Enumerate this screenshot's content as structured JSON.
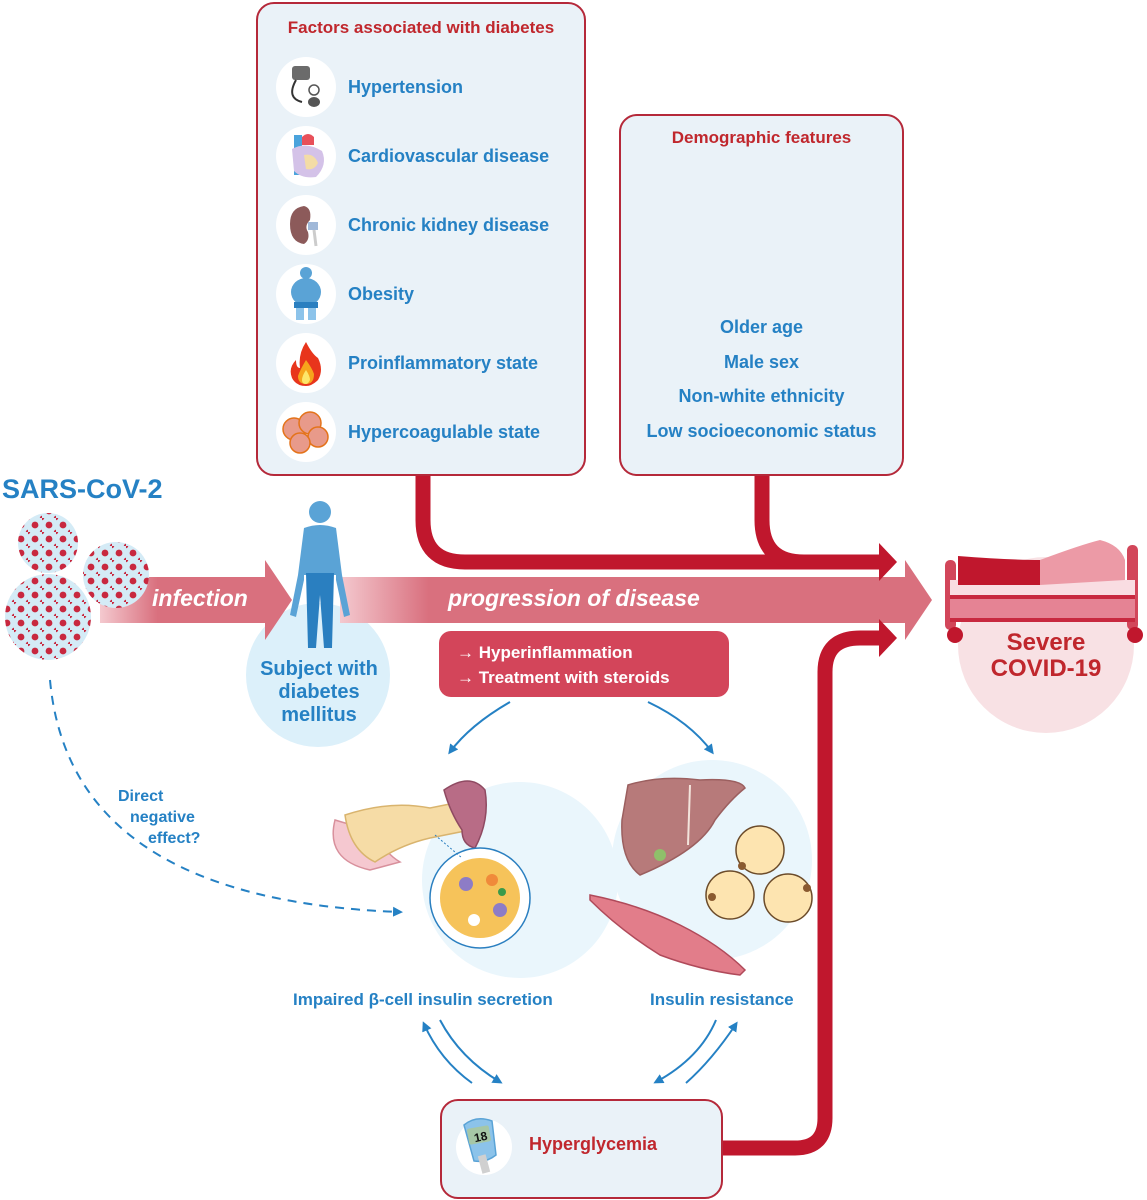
{
  "colors": {
    "accent_red": "#c0172d",
    "arrow_pink": "#d9707e",
    "blue_text": "#2581c4",
    "box_bg": "#eaf2f8",
    "light_blue_circle": "#dcf0fa",
    "light_pink_circle": "#f8e1e4"
  },
  "factors_box": {
    "title": "Factors associated with diabetes",
    "items": [
      {
        "icon": "blood-pressure-cuff-icon",
        "label": "Hypertension"
      },
      {
        "icon": "heart-icon",
        "label": "Cardiovascular disease"
      },
      {
        "icon": "kidney-icon",
        "label": "Chronic kidney disease"
      },
      {
        "icon": "obese-person-icon",
        "label": "Obesity"
      },
      {
        "icon": "flame-icon",
        "label": "Proinflammatory state"
      },
      {
        "icon": "blood-clot-icon",
        "label": "Hypercoagulable state"
      }
    ]
  },
  "demographics_box": {
    "title": "Demographic features",
    "icon": "man-figure-icon",
    "items": [
      "Older age",
      "Male sex",
      "Non-white ethnicity",
      "Low socioeconomic status"
    ]
  },
  "virus": {
    "label": "SARS-CoV-2",
    "icon": "coronavirus-icon"
  },
  "infection_arrow": {
    "label": "infection"
  },
  "subject": {
    "icon": "person-figure-icon",
    "line1": "Subject with",
    "line2": "diabetes",
    "line3": "mellitus"
  },
  "progression_arrow": {
    "label": "progression of disease"
  },
  "progression_box": {
    "items": [
      "→ Hyperinflammation",
      "→ Treatment with steroids"
    ]
  },
  "outcome": {
    "icon": "hospital-bed-icon",
    "line1": "Severe",
    "line2": "COVID-19"
  },
  "direct_effect": {
    "line1": "Direct",
    "line2": "negative",
    "line3": "effect?"
  },
  "beta_cell": {
    "icon": "pancreas-islet-icon",
    "label": "Impaired β-cell insulin secretion"
  },
  "insulin_resistance": {
    "icon": "liver-muscle-fat-icon",
    "label": "Insulin resistance"
  },
  "hyperglycemia": {
    "icon": "glucometer-icon",
    "meter_value": "18",
    "label": "Hyperglycemia"
  }
}
